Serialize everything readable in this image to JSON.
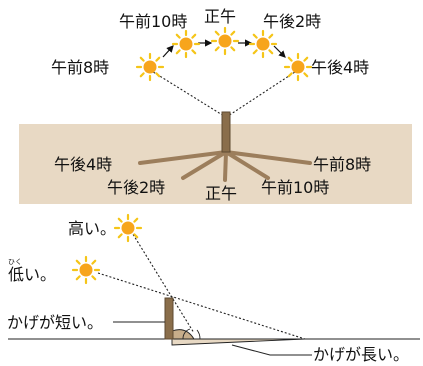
{
  "top": {
    "sun_times": {
      "am8": "午前8時",
      "am10": "午前10時",
      "noon": "正午",
      "pm2": "午後2時",
      "pm4": "午後4時"
    },
    "shadow_times": {
      "pm4": "午後4時",
      "pm2": "午後2時",
      "noon": "正午",
      "am10": "午前10時",
      "am8": "午前8時"
    }
  },
  "bottom": {
    "high": "高い。",
    "low": "低い。",
    "low_ruby": "ひく",
    "short_shadow": "かげが短い。",
    "long_shadow": "かげが長い。"
  },
  "colors": {
    "ground": "#e8d9c4",
    "pole": "#8a6e4b",
    "pole_stroke": "#5e4a31",
    "shadow": "#9c7e5c",
    "sun_core": "#f7a51c",
    "sun_ray": "#f5c518"
  }
}
